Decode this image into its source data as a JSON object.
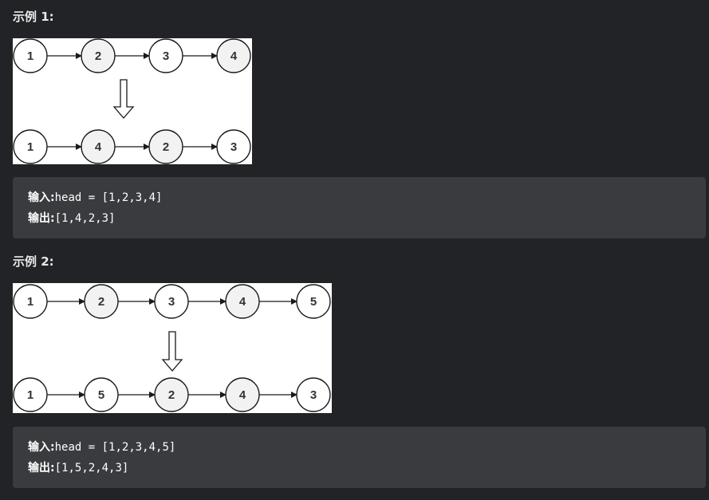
{
  "example1": {
    "title": "示例 1:",
    "top_row": [
      "1",
      "2",
      "3",
      "4"
    ],
    "bottom_row": [
      "1",
      "4",
      "2",
      "3"
    ],
    "shaded_values": [
      "2",
      "4"
    ],
    "input_label": "输入:",
    "input_value": "head = [1,2,3,4]",
    "output_label": "输出:",
    "output_value": "[1,4,2,3]"
  },
  "example2": {
    "title": "示例 2:",
    "top_row": [
      "1",
      "2",
      "3",
      "4",
      "5"
    ],
    "bottom_row": [
      "1",
      "5",
      "2",
      "4",
      "3"
    ],
    "shaded_values": [
      "2",
      "4"
    ],
    "input_label": "输入:",
    "input_value": "head = [1,2,3,4,5]",
    "output_label": "输出:",
    "output_value": "[1,5,2,4,3]"
  },
  "colors": {
    "background": "#222326",
    "code_background": "#393b3e",
    "node_shaded": "#f2f2f2",
    "node_plain": "#ffffff",
    "stroke": "#1a1a1a"
  }
}
